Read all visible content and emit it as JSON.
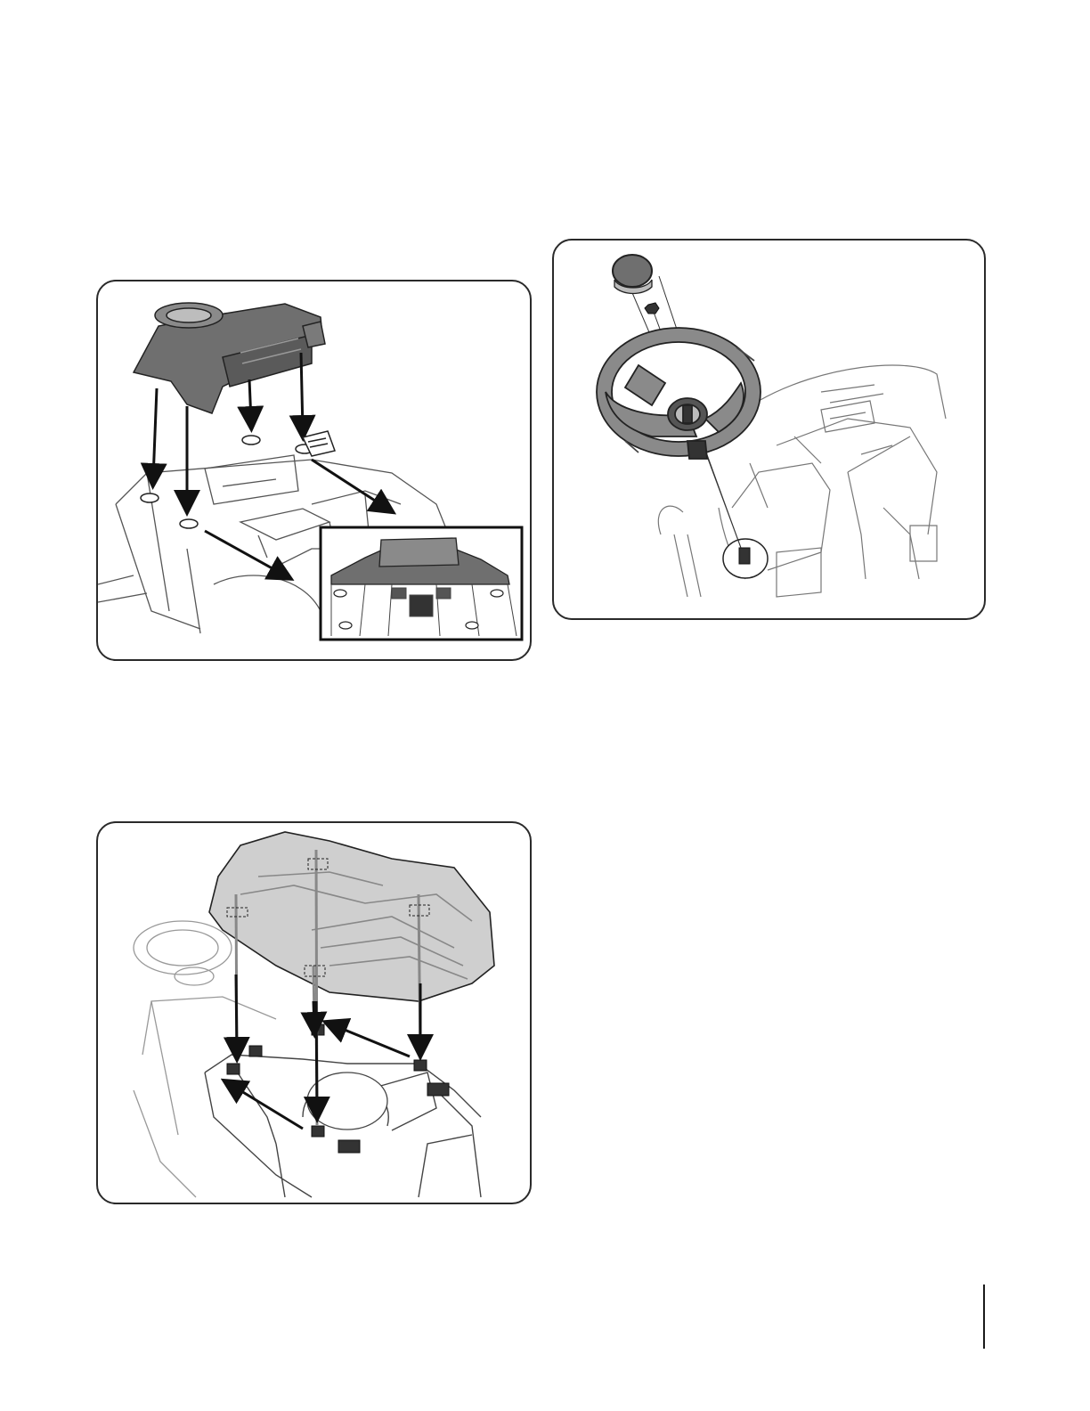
{
  "page": {
    "background": "#ffffff",
    "line_color": "#1a1a1a",
    "part_fill": "#6f6f6f",
    "light_fill": "#cfcfcf"
  },
  "figures": [
    {
      "id": "dash-panel-installation",
      "depicts": [
        "dash-panel",
        "mounting-pegs",
        "insertion-arrows",
        "detail-inset"
      ]
    },
    {
      "id": "steering-wheel-installation",
      "depicts": [
        "steering-wheel",
        "center-cap",
        "hex-nut",
        "steering-shaft"
      ]
    },
    {
      "id": "hood-installation",
      "depicts": [
        "hood",
        "alignment-guides",
        "latch-arrows",
        "steering-wheel-background"
      ]
    }
  ],
  "icons": [
    "arrow-icon",
    "peg-icon",
    "wheel-icon",
    "cap-icon",
    "nut-icon"
  ]
}
